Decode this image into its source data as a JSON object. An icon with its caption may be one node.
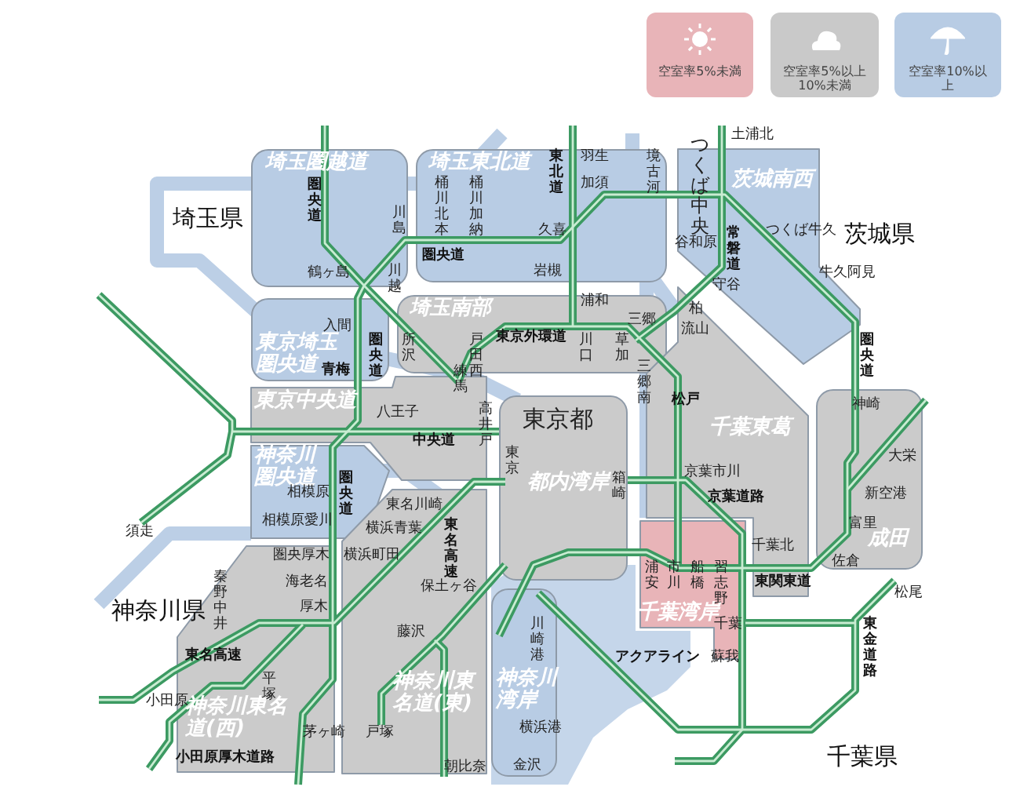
{
  "diagram": {
    "nodes": [
      {
        "text": [
          "埼玉圏越道"
        ]
      },
      {
        "text": [
          "埼玉東北道"
        ]
      },
      {
        "text": [
          "茨城南西"
        ]
      },
      {
        "text": [
          "東京埼玉圏央道"
        ]
      },
      {
        "text": [
          "埼玉南部"
        ]
      },
      {
        "text": [
          "千葉東葛"
        ]
      },
      {
        "text": [
          "東京中央道"
        ]
      },
      {
        "text": [
          "東京都",
          "都内湾岸"
        ]
      },
      {
        "text": [
          "成田"
        ]
      },
      {
        "text": [
          "神奈川圏央道"
        ]
      },
      {
        "text": [
          "千葉湾岸"
        ]
      },
      {
        "text": [
          "神奈川東名道(西)"
        ]
      },
      {
        "text": [
          "神奈川東名道(東)"
        ]
      },
      {
        "text": [
          "神奈川湾岸"
        ]
      }
    ],
    "labels": [
      "埼玉県",
      "茨城県",
      "土浦北",
      "羽生",
      "加須",
      "東北道",
      "境古河",
      "つくば中央",
      "圏央道",
      "川島",
      "桶川北本",
      "桶川加納",
      "久喜",
      "圏央道",
      "谷和原",
      "常磐道",
      "つくば牛久",
      "鶴ヶ島",
      "岩槻",
      "守谷",
      "牛久阿見",
      "川越",
      "浦和",
      "三郷",
      "柏",
      "流山",
      "入間",
      "圏央道",
      "所沢",
      "戸田西",
      "東京外環道",
      "川口",
      "草加",
      "三郷南",
      "青梅",
      "圏央道",
      "練馬",
      "松戸",
      "八王子",
      "神崎",
      "高井戸",
      "中央道",
      "東京",
      "箱崎",
      "京葉市川",
      "大栄",
      "京葉道路",
      "新空港",
      "相模原",
      "圏央道",
      "東名川崎",
      "東名高速",
      "富里",
      "横浜青葉",
      "相模原愛川",
      "須走",
      "千葉北",
      "圏央厚木",
      "横浜町田",
      "佐倉",
      "浦安",
      "市川",
      "船橋",
      "習志野",
      "東関東道",
      "海老名",
      "秦野中井",
      "保土ヶ谷",
      "松尾",
      "厚木",
      "神奈川県",
      "千葉",
      "川崎港",
      "東金道路",
      "藤沢",
      "アクアライン",
      "蘇我",
      "東名高速",
      "平塚",
      "小田原",
      "横浜港",
      "茅ヶ崎",
      "戸塚",
      "千葉県",
      "小田原厚木道路",
      "朝比奈",
      "金沢"
    ],
    "legend": [
      {
        "text": "空室率5%未満",
        "color": "#e8b4b8"
      },
      {
        "text": "空室率5%以上10%未満",
        "color": "#c9c9c9"
      },
      {
        "text": "空室率10%以上",
        "color": "#b8cce4"
      }
    ]
  }
}
